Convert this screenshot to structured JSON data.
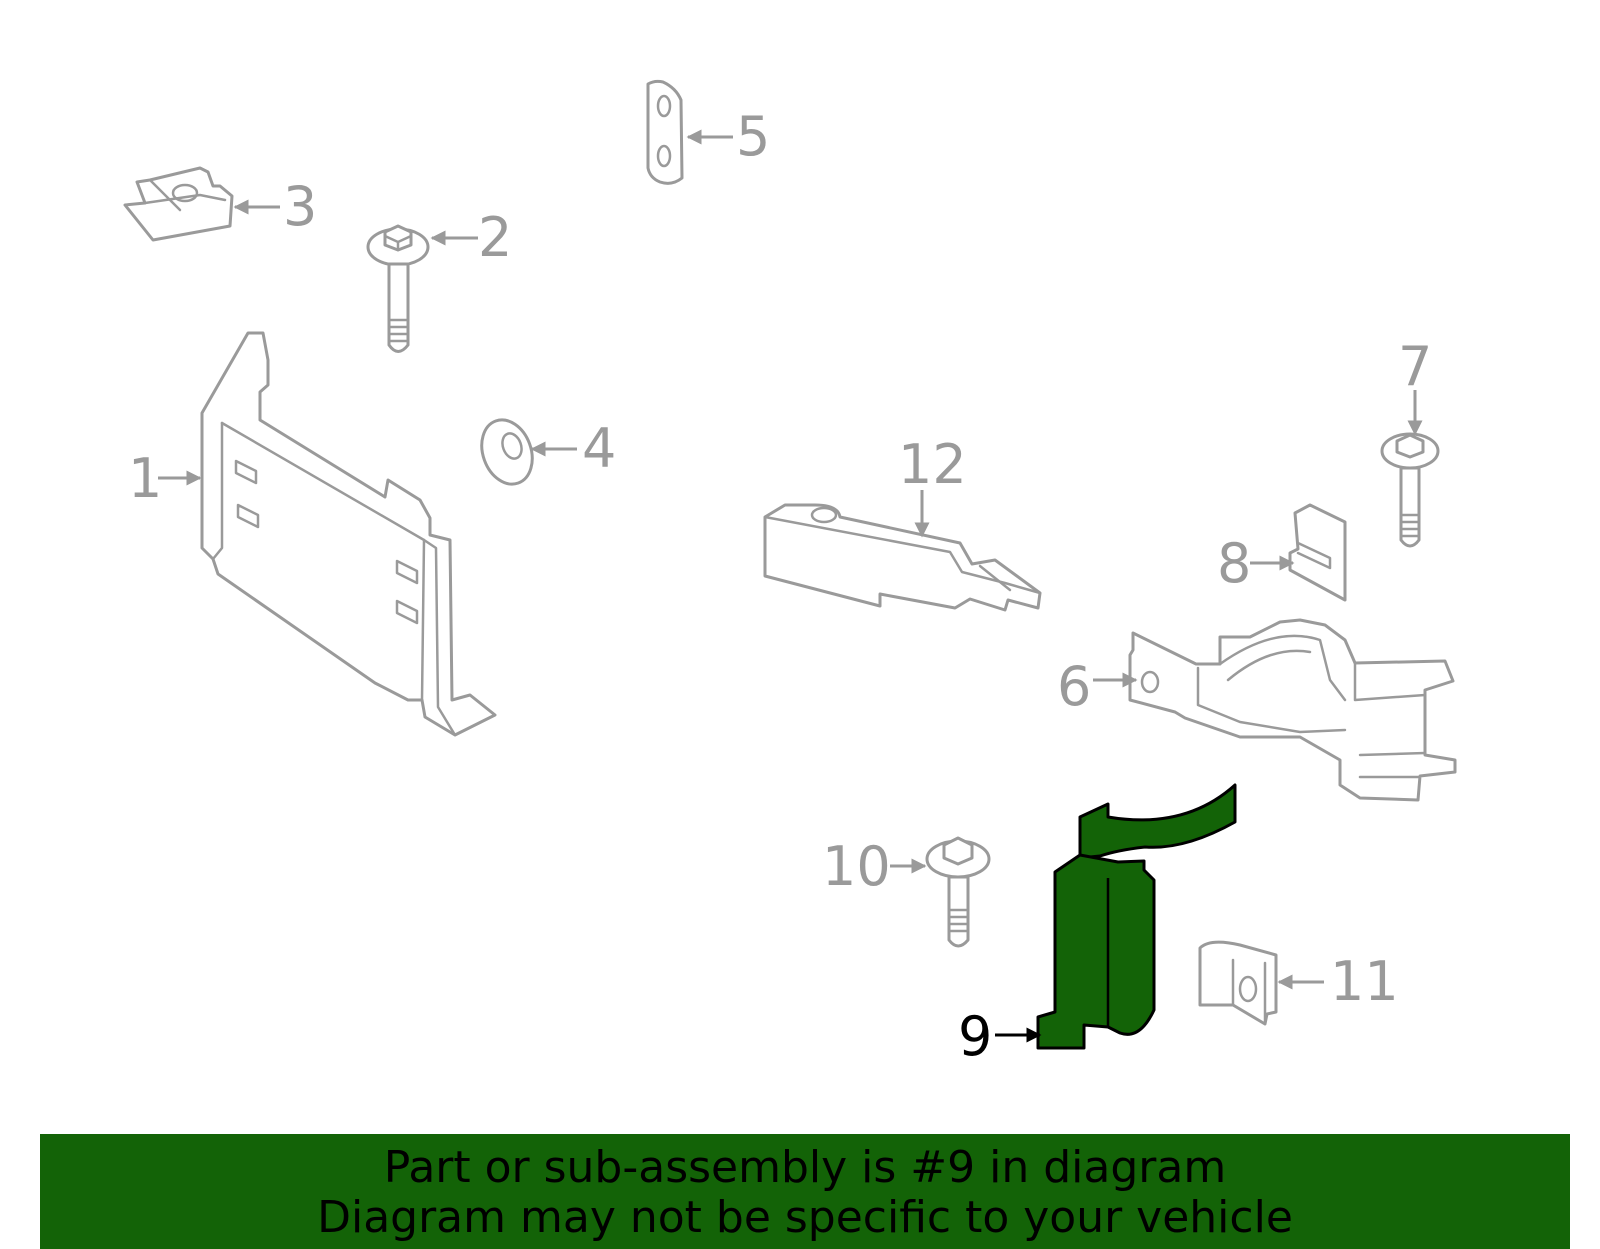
{
  "diagram": {
    "highlight_color": "#136307",
    "outline_color": "#9a9a9a",
    "callouts": [
      {
        "id": "1",
        "label": "1"
      },
      {
        "id": "2",
        "label": "2"
      },
      {
        "id": "3",
        "label": "3"
      },
      {
        "id": "4",
        "label": "4"
      },
      {
        "id": "5",
        "label": "5"
      },
      {
        "id": "6",
        "label": "6"
      },
      {
        "id": "7",
        "label": "7"
      },
      {
        "id": "8",
        "label": "8"
      },
      {
        "id": "9",
        "label": "9",
        "highlighted": true
      },
      {
        "id": "10",
        "label": "10"
      },
      {
        "id": "11",
        "label": "11"
      },
      {
        "id": "12",
        "label": "12"
      }
    ]
  },
  "banner": {
    "line1": "Part or sub-assembly is #9 in diagram",
    "line2": "Diagram may not be specific to your vehicle",
    "background_color": "#136307"
  }
}
